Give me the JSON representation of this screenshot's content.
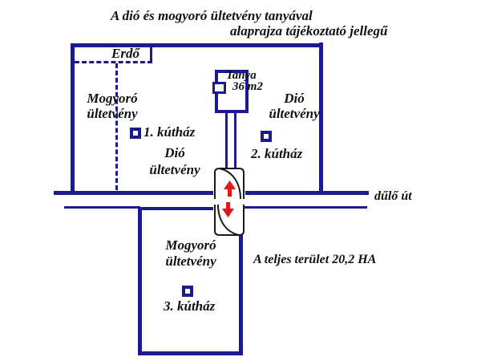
{
  "colors": {
    "plot_line": "#1b1b8e",
    "text": "#111111",
    "arrow_red": "#e01818",
    "gate_outline": "#1a1a1a",
    "background": "#ffffff"
  },
  "title": {
    "line1": "A dió és mogyoró ültetvény tanyával",
    "line2": "alaprajza tájékoztató jellegű"
  },
  "plan": {
    "forest_label": "Erdő",
    "upper_left_plantation": "Mogyoró\nültetvény",
    "upper_center_plantation": "Dió\nültetvény",
    "upper_right_plantation": "Dió\nültetvény",
    "farm": {
      "name": "Tanya",
      "area": "36 m2"
    },
    "wells": {
      "well1": "1. kútház",
      "well2": "2. kútház",
      "well3": "3. kútház"
    },
    "road_label": "dűlő út",
    "lower_plantation": "Mogyoró\nültetvény",
    "total_area": "A teljes terület 20,2 HA",
    "gate_arrows": [
      "up",
      "down"
    ]
  }
}
